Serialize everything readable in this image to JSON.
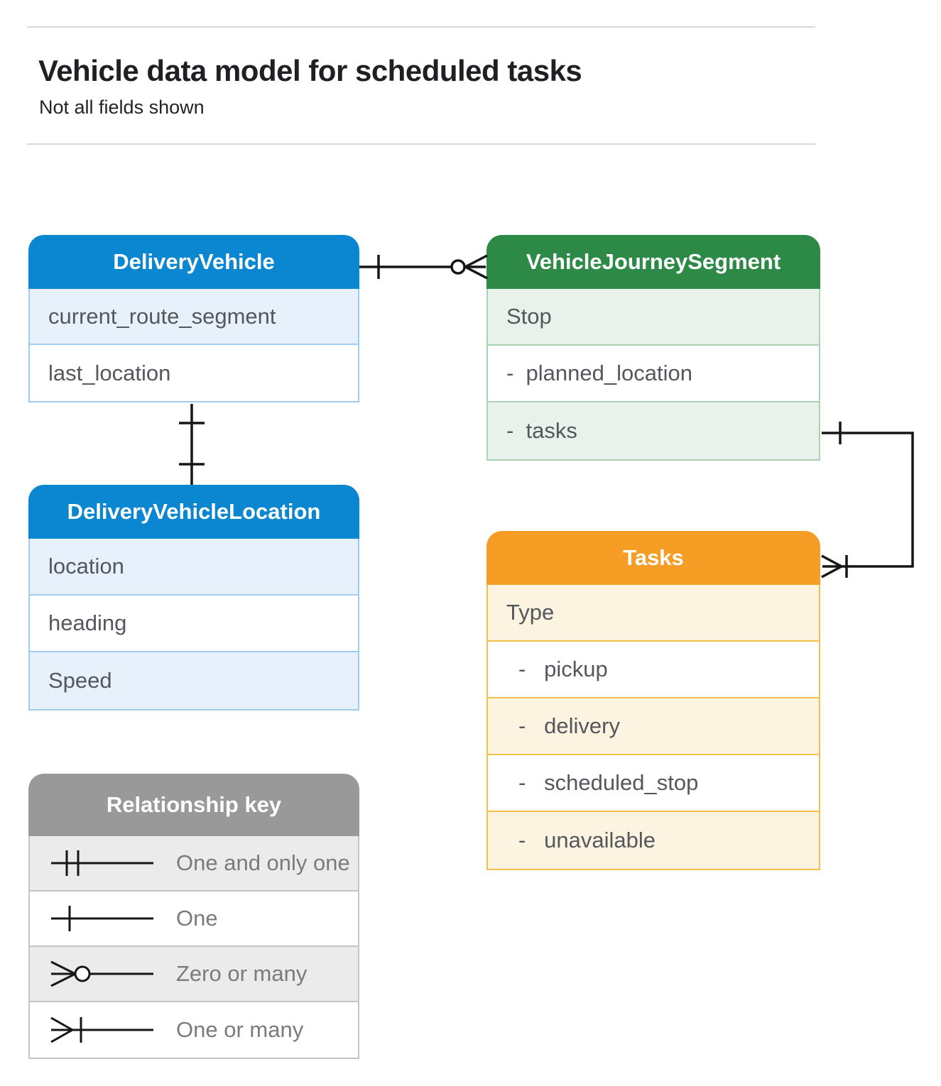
{
  "page": {
    "title": "Vehicle data model for scheduled tasks",
    "subtitle": "Not all fields shown"
  },
  "colors": {
    "blue_header": "#0b86d1",
    "blue_row_tint": "#e7f1fb",
    "green_header": "#2d8a46",
    "green_row_tint": "#e8f2ea",
    "orange_header": "#f59d25",
    "orange_row_tint": "#fdf3e1",
    "gray_header": "#999999",
    "gray_row_tint": "#ebebeb",
    "connector": "#161616",
    "field_text": "#54575c"
  },
  "entities": {
    "delivery_vehicle": {
      "title": "DeliveryVehicle",
      "rows": [
        "current_route_segment",
        "last_location"
      ]
    },
    "vehicle_journey_segment": {
      "title": "VehicleJourneySegment",
      "rows": [
        "Stop",
        "-  planned_location",
        "-  tasks"
      ]
    },
    "delivery_vehicle_location": {
      "title": "DeliveryVehicleLocation",
      "rows": [
        "location",
        "heading",
        "Speed"
      ]
    },
    "tasks": {
      "title": "Tasks",
      "rows": [
        "Type",
        "-   pickup",
        "-   delivery",
        "-   scheduled_stop",
        "-   unavailable"
      ]
    }
  },
  "relationships": [
    {
      "from": "DeliveryVehicle",
      "to": "VehicleJourneySegment",
      "from_cardinality": "one",
      "to_cardinality": "zero-or-many"
    },
    {
      "from": "DeliveryVehicle",
      "to": "DeliveryVehicleLocation",
      "from_cardinality": "one",
      "to_cardinality": "one"
    },
    {
      "from": "VehicleJourneySegment.tasks",
      "to": "Tasks",
      "from_cardinality": "one",
      "to_cardinality": "one-or-many"
    }
  ],
  "legend": {
    "title": "Relationship key",
    "items": [
      {
        "symbol": "one-and-only-one-symbol",
        "label": "One and only one"
      },
      {
        "symbol": "one-symbol",
        "label": "One"
      },
      {
        "symbol": "zero-or-many-symbol",
        "label": "Zero or many"
      },
      {
        "symbol": "one-or-many-symbol",
        "label": "One or many"
      }
    ]
  }
}
